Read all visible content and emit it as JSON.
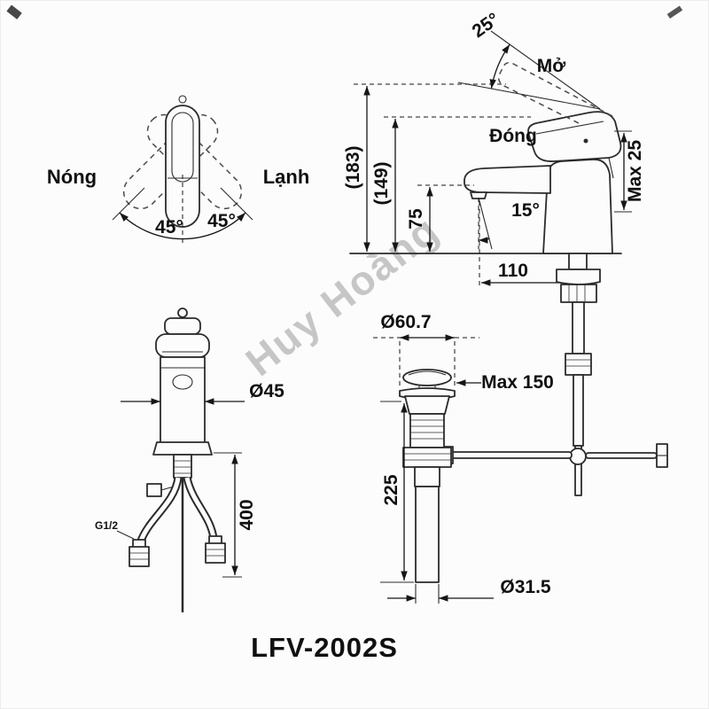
{
  "drawing": {
    "model": "LFV-2002S",
    "watermark": "Huy Hoàng"
  },
  "top_view": {
    "hot": "Nóng",
    "cold": "Lạnh",
    "swing_left": "45°",
    "swing_right": "45°"
  },
  "side_view": {
    "open_angle": "25°",
    "open": "Mở",
    "closed": "Đóng",
    "total_height": "(183)",
    "handle_height": "(149)",
    "spout_height": "75",
    "spout_angle": "15°",
    "max_thickness": "Max 25",
    "spout_reach": "110"
  },
  "front_view": {
    "body_dia": "Ø45",
    "supply_length": "400",
    "thread": "G1/2"
  },
  "drain": {
    "flange_dia": "Ø60.7",
    "rod_travel": "Max 150",
    "tail_length": "225",
    "tail_dia": "Ø31.5"
  }
}
